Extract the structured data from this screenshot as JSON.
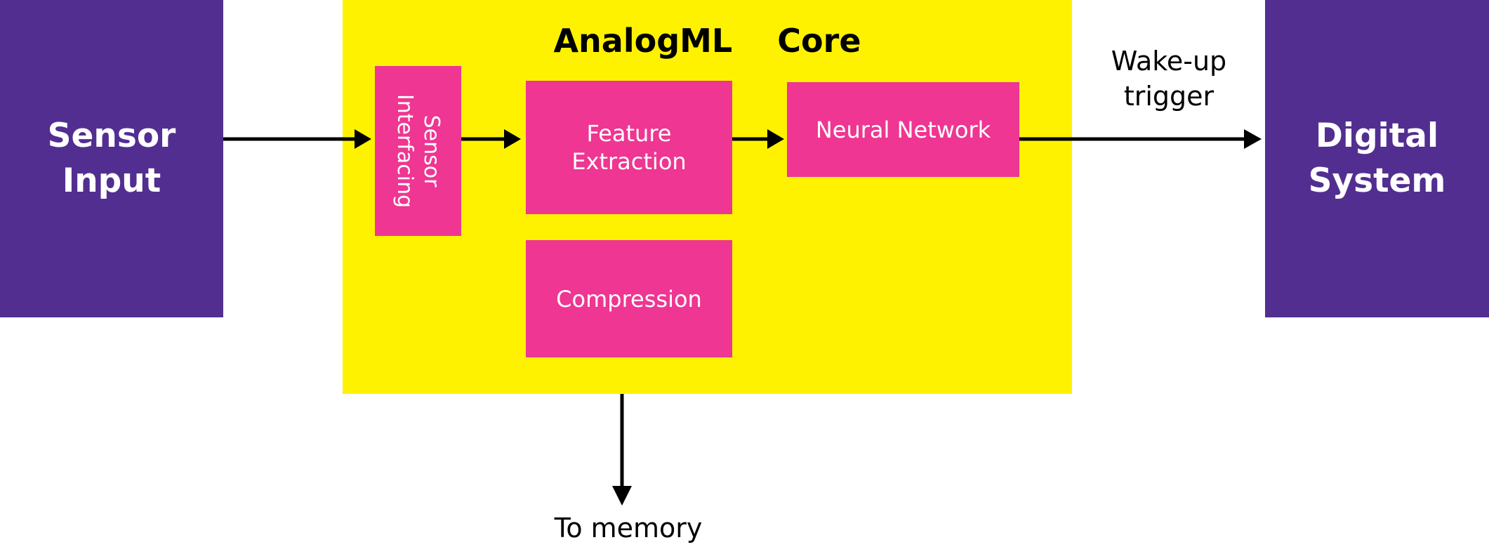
{
  "diagram": {
    "inputs": {
      "sensor_input": "Sensor\nInput"
    },
    "outputs": {
      "digital_system": "Digital\nSystem"
    },
    "core": {
      "title": "AnalogML    Core",
      "blocks": {
        "sensor_interfacing": "Sensor\nInterfacing",
        "feature_extraction": "Feature\nExtraction",
        "neural_network": "Neural Network",
        "compression": "Compression"
      }
    },
    "edge_labels": {
      "wake_up": "Wake-up\ntrigger",
      "to_memory": "To memory"
    }
  },
  "colors": {
    "purple": "#522e91",
    "yellow": "#fff200",
    "pink": "#ee3692",
    "arrow": "#000000"
  }
}
